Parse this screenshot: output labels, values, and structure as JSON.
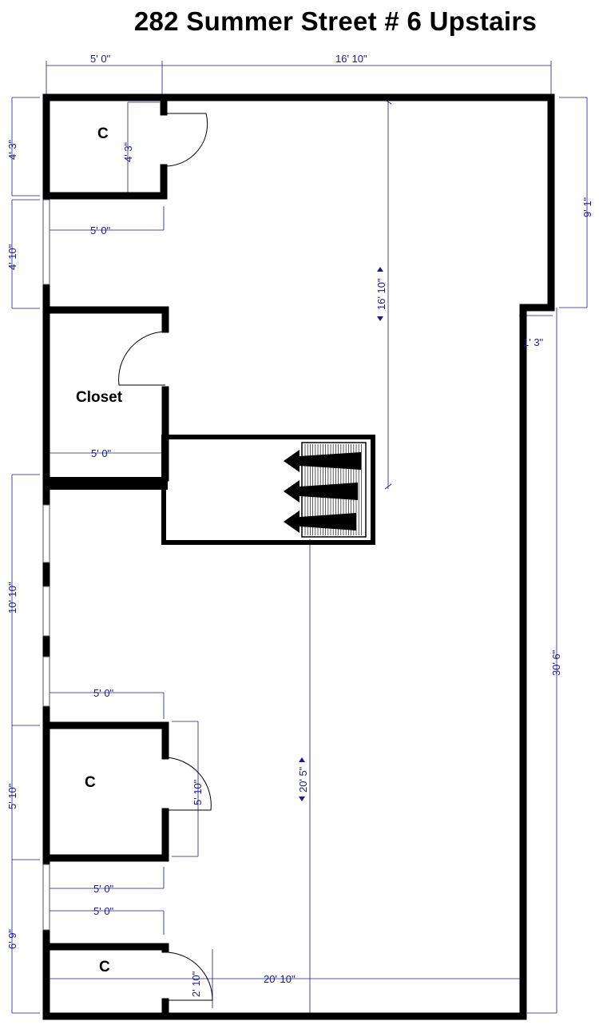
{
  "title": "282 Summer Street # 6  Upstairs",
  "rooms": {
    "closet_top": "C",
    "closet_main": "Closet",
    "closet_mid": "C",
    "closet_bottom": "C"
  },
  "dimensions": {
    "top_left_width": "5' 0\"",
    "top_right_width": "16' 10\"",
    "left_top_height": "4' 3\"",
    "c1_inner_height": "4' 3\"",
    "c1_width": "5' 0\"",
    "left_window_height": "4' 10\"",
    "right_top_height": "9' 1\"",
    "notch_width": "1' 3\"",
    "center_top_height": "16' 10\"",
    "closet_width": "5' 0\"",
    "left_mid_height": "10' 10\"",
    "right_total_height": "30' 6\"",
    "c2_width": "5' 0\"",
    "c2_height_left": "5' 10\"",
    "c2_height_inner": "5' 10\"",
    "center_bottom_height": "20' 5\"",
    "c3_width_a": "5' 0\"",
    "c3_width_b": "5' 0\"",
    "left_bottom_height": "6' 9\"",
    "c3_inner_height": "2' 10\"",
    "bottom_width": "20' 10\""
  }
}
